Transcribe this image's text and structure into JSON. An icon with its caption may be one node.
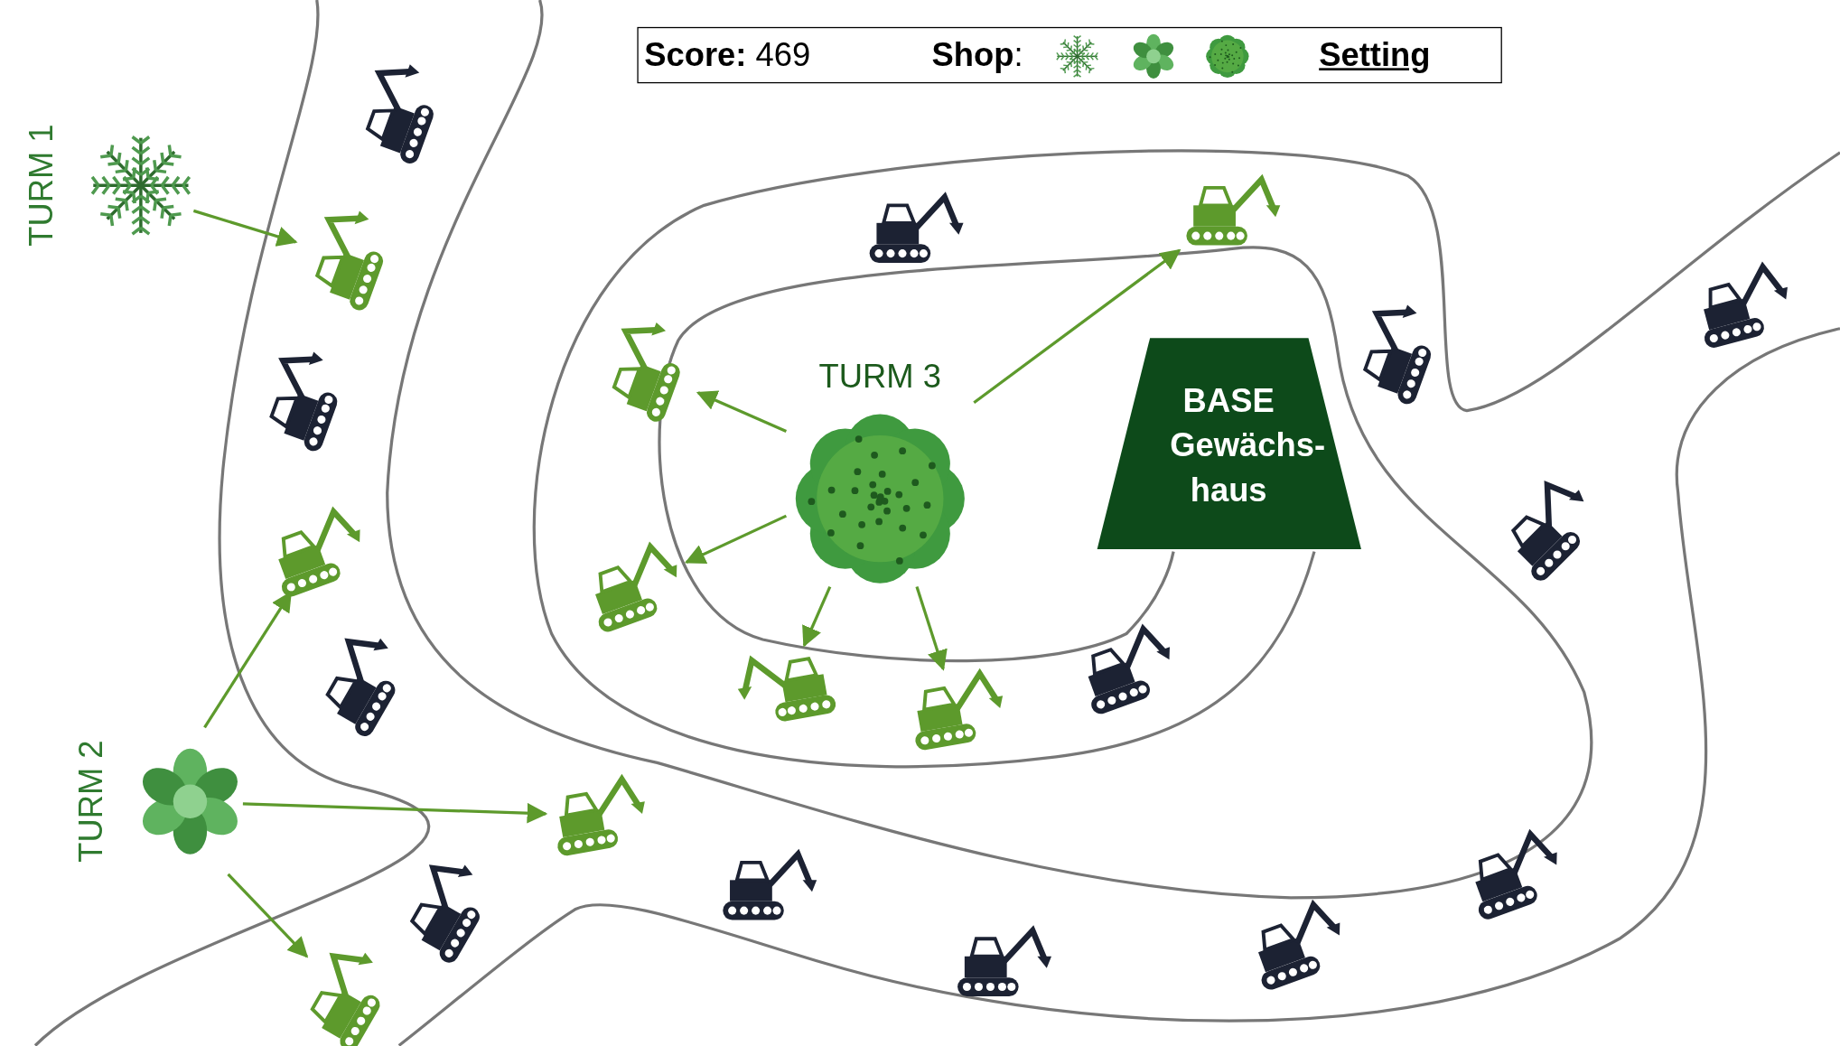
{
  "diagram": {
    "nodes": [
      {
        "text": [
          "TURM 1"
        ]
      },
      {
        "text": [
          "TURM 2"
        ]
      },
      {
        "text": [
          "TURM 3"
        ]
      },
      {
        "text": [
          "BASE Gewächs- haus"
        ]
      },
      {
        "text": [],
        "shape": "picture"
      },
      {
        "text": [],
        "shape": "picture"
      },
      {
        "text": [],
        "shape": "picture"
      },
      {
        "text": [],
        "shape": "picture"
      },
      {
        "text": [],
        "shape": "picture"
      },
      {
        "text": [],
        "shape": "picture"
      },
      {
        "text": [],
        "shape": "picture"
      },
      {
        "text": [],
        "shape": "picture"
      },
      {
        "text": [],
        "shape": "picture"
      }
    ],
    "edges": [
      {
        "from": 0,
        "to": 4,
        "arrow": "to"
      },
      {
        "from": 1,
        "to": 5,
        "arrow": "to"
      },
      {
        "from": 1,
        "to": 6,
        "arrow": "to"
      },
      {
        "from": 1,
        "to": 7,
        "arrow": "to"
      },
      {
        "from": 2,
        "to": 8,
        "arrow": "to"
      },
      {
        "from": 2,
        "to": 12,
        "arrow": "to"
      },
      {
        "from": 2,
        "to": 9,
        "arrow": "to"
      },
      {
        "from": 2,
        "to": 10,
        "arrow": "to"
      },
      {
        "from": 2,
        "to": 11,
        "arrow": "to"
      }
    ],
    "labels": [
      "**Score:** 469",
      "**Shop**:",
      "Setting"
    ]
  }
}
